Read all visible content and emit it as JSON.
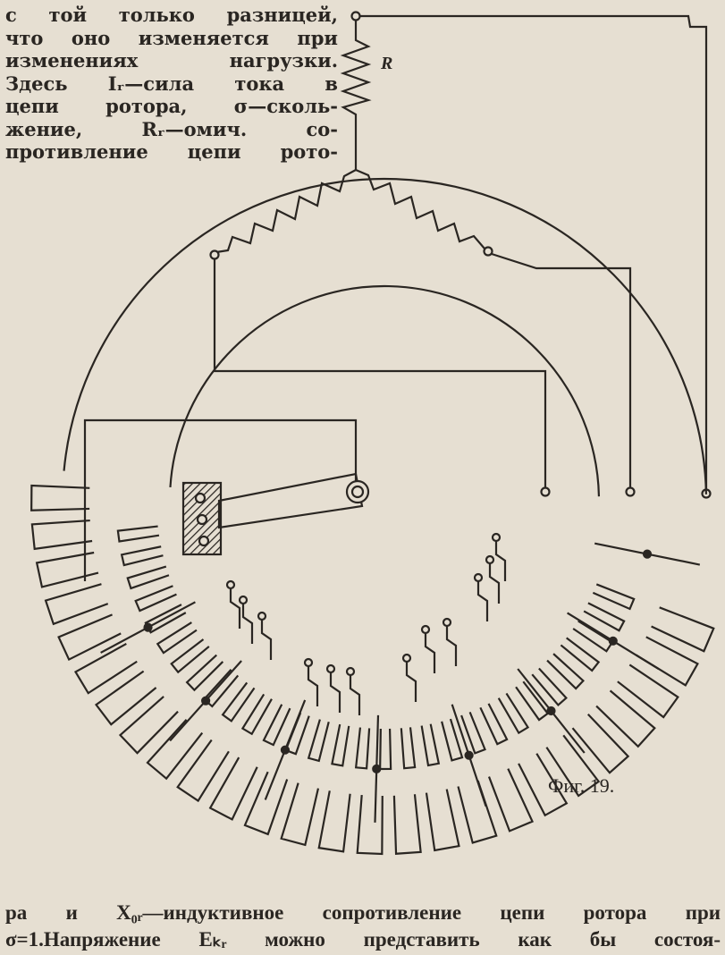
{
  "top_paragraph": [
    "с той только разницей,",
    "что оно изменяется при",
    "изменениях нагрузки.",
    "Здесь Iᵣ—сила тока в",
    "цепи ротора, σ—сколь-",
    "жение, Rᵣ—омич. со-",
    "противление цепи рото-"
  ],
  "figure": {
    "resistor_label": "R",
    "caption": "Фиг. 19."
  },
  "bottom_paragraph": [
    "ра и X₀ᵣ—индуктивное сопротивление цепи ротора при",
    "σ=1.Напряжение Eₖᵣ можно представить как бы состоя-"
  ]
}
